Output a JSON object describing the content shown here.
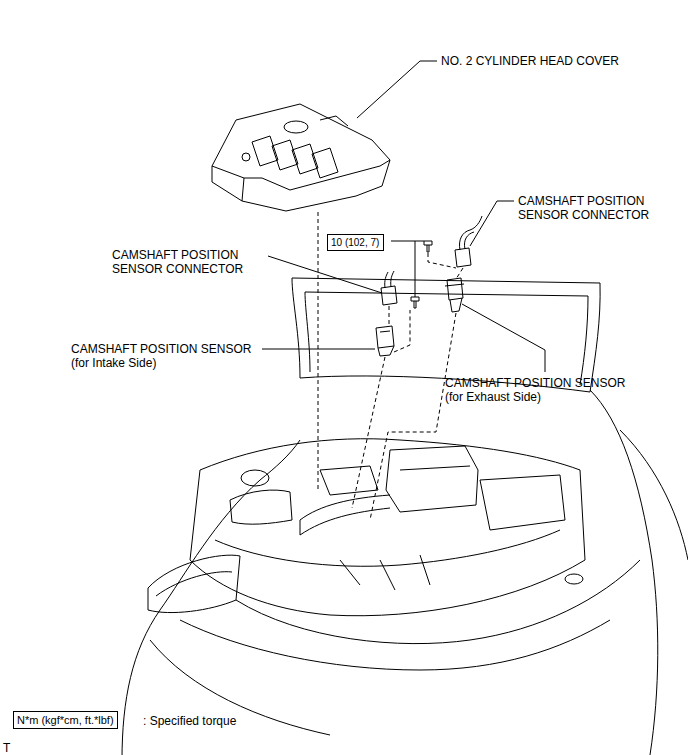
{
  "diagram": {
    "nodes": [
      {
        "text": [
          "10 (102, 7)"
        ]
      },
      {
        "text": [
          "N*m (kgf*cm, ft.*lbf)"
        ]
      }
    ],
    "labels": [
      "NO. 2 CYLINDER HEAD COVER",
      "CAMSHAFT POSITION SENSOR CONNECTOR",
      "CAMSHAFT POSITION SENSOR CONNECTOR",
      "CAMSHAFT POSITION SENSOR (for Intake Side)",
      "CAMSHAFT POSITION SENSOR (for Exhaust Side)",
      ": Specified torque",
      "T"
    ]
  }
}
